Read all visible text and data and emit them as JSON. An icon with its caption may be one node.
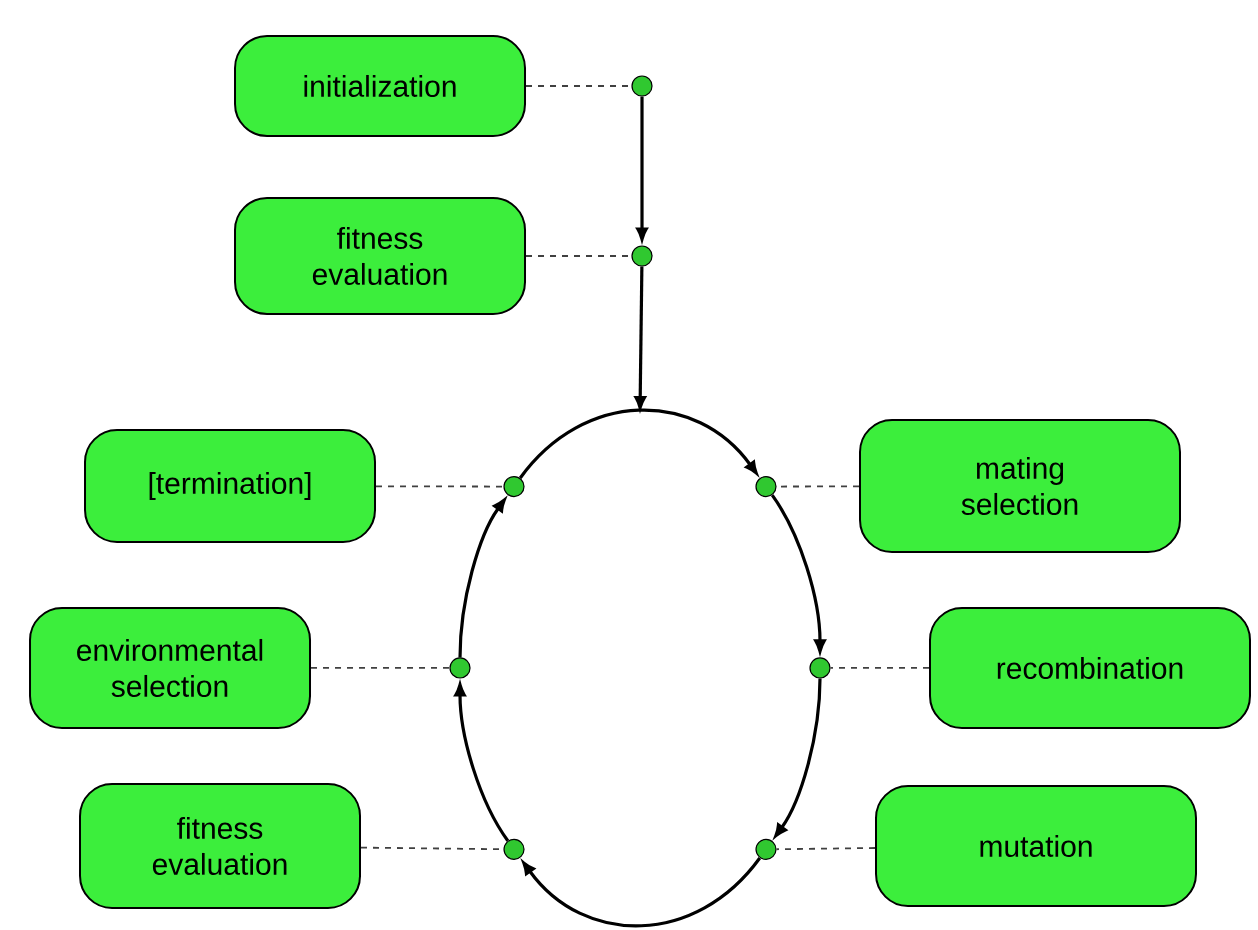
{
  "diagram": {
    "nodes": [
      {
        "text": [
          "initialization"
        ]
      },
      {
        "text": [
          "fitness evaluation"
        ]
      },
      {
        "text": [
          "[termination]"
        ]
      },
      {
        "text": [
          "mating selection"
        ]
      },
      {
        "text": [
          "environmental selection"
        ]
      },
      {
        "text": [
          "recombination"
        ]
      },
      {
        "text": [
          "fitness evaluation"
        ]
      },
      {
        "text": [
          "mutation"
        ]
      },
      {
        "text": [],
        "shape": "circle"
      },
      {
        "text": [],
        "shape": "circle"
      },
      {
        "text": [],
        "shape": "circle"
      },
      {
        "text": [],
        "shape": "circle"
      },
      {
        "text": [],
        "shape": "circle"
      },
      {
        "text": [],
        "shape": "circle"
      },
      {
        "text": [],
        "shape": "circle"
      },
      {
        "text": [],
        "shape": "circle"
      }
    ],
    "edges": [
      {
        "from": 0,
        "to": 8,
        "arrow": "none",
        "style": "dashed"
      },
      {
        "from": 1,
        "to": 9,
        "arrow": "none",
        "style": "dashed"
      },
      {
        "from": 2,
        "to": 10,
        "arrow": "none",
        "style": "dashed"
      },
      {
        "from": 3,
        "to": 11,
        "arrow": "none",
        "style": "dashed"
      },
      {
        "from": 4,
        "to": 12,
        "arrow": "none",
        "style": "dashed"
      },
      {
        "from": 5,
        "to": 13,
        "arrow": "none",
        "style": "dashed"
      },
      {
        "from": 6,
        "to": 14,
        "arrow": "none",
        "style": "dashed"
      },
      {
        "from": 7,
        "to": 15,
        "arrow": "none",
        "style": "dashed"
      },
      {
        "from": 8,
        "to": 9,
        "arrow": "to"
      },
      {
        "from": 9,
        "to": null,
        "arrow": "to"
      },
      {
        "from": 10,
        "to": 11,
        "arrow": "to"
      },
      {
        "from": 11,
        "to": 13,
        "arrow": "to"
      },
      {
        "from": 13,
        "to": 15,
        "arrow": "to"
      },
      {
        "from": 15,
        "to": 14,
        "arrow": "to"
      },
      {
        "from": 14,
        "to": 12,
        "arrow": "to"
      },
      {
        "from": 12,
        "to": 10,
        "arrow": "to"
      }
    ]
  }
}
